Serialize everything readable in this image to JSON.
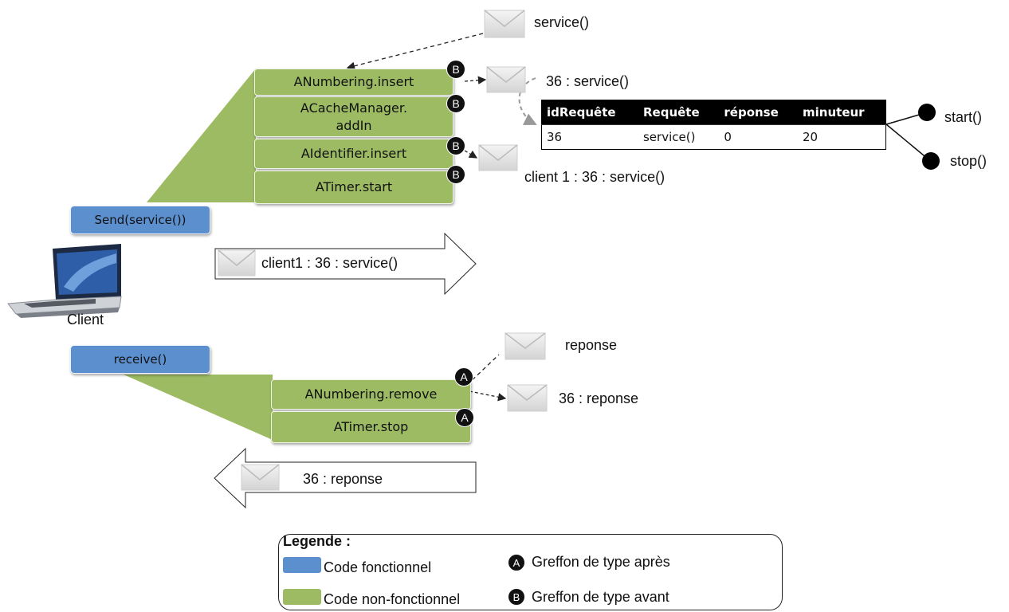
{
  "messages": {
    "top_service": "service()",
    "service_36": "36 : service()",
    "client1_36_service": "client 1 : 36 : service()",
    "arrow_right": "client1 : 36 : service()",
    "reponse": "reponse",
    "reponse_36": "36 : reponse",
    "arrow_left": "36 : reponse"
  },
  "send_stack": {
    "items": [
      "ANumbering.insert",
      "ACacheManager.\naddIn",
      "AIdentifier.insert",
      "ATimer.start"
    ],
    "badge": "B"
  },
  "receive_stack": {
    "items": [
      "ANumbering.remove",
      "ATimer.stop"
    ],
    "badge": "A"
  },
  "functional": {
    "send": "Send(service())",
    "receive": "receive()"
  },
  "client_label": "Client",
  "table": {
    "headers": [
      "idRequête",
      "Requête",
      "réponse",
      "minuteur"
    ],
    "rows": [
      [
        "36",
        "service()",
        "0",
        "20"
      ]
    ]
  },
  "timer": {
    "start": "start()",
    "stop": "stop()"
  },
  "legend": {
    "title": "Legende :",
    "functional": "Code fonctionnel",
    "non_functional": "Code non-fonctionnel",
    "after_badge": "A",
    "after": "Greffon de type après",
    "before_badge": "B",
    "before": "Greffon de type avant"
  },
  "colors": {
    "functional": "#5b8fcd",
    "non_functional": "#9cbb63",
    "badge": "#111111"
  }
}
